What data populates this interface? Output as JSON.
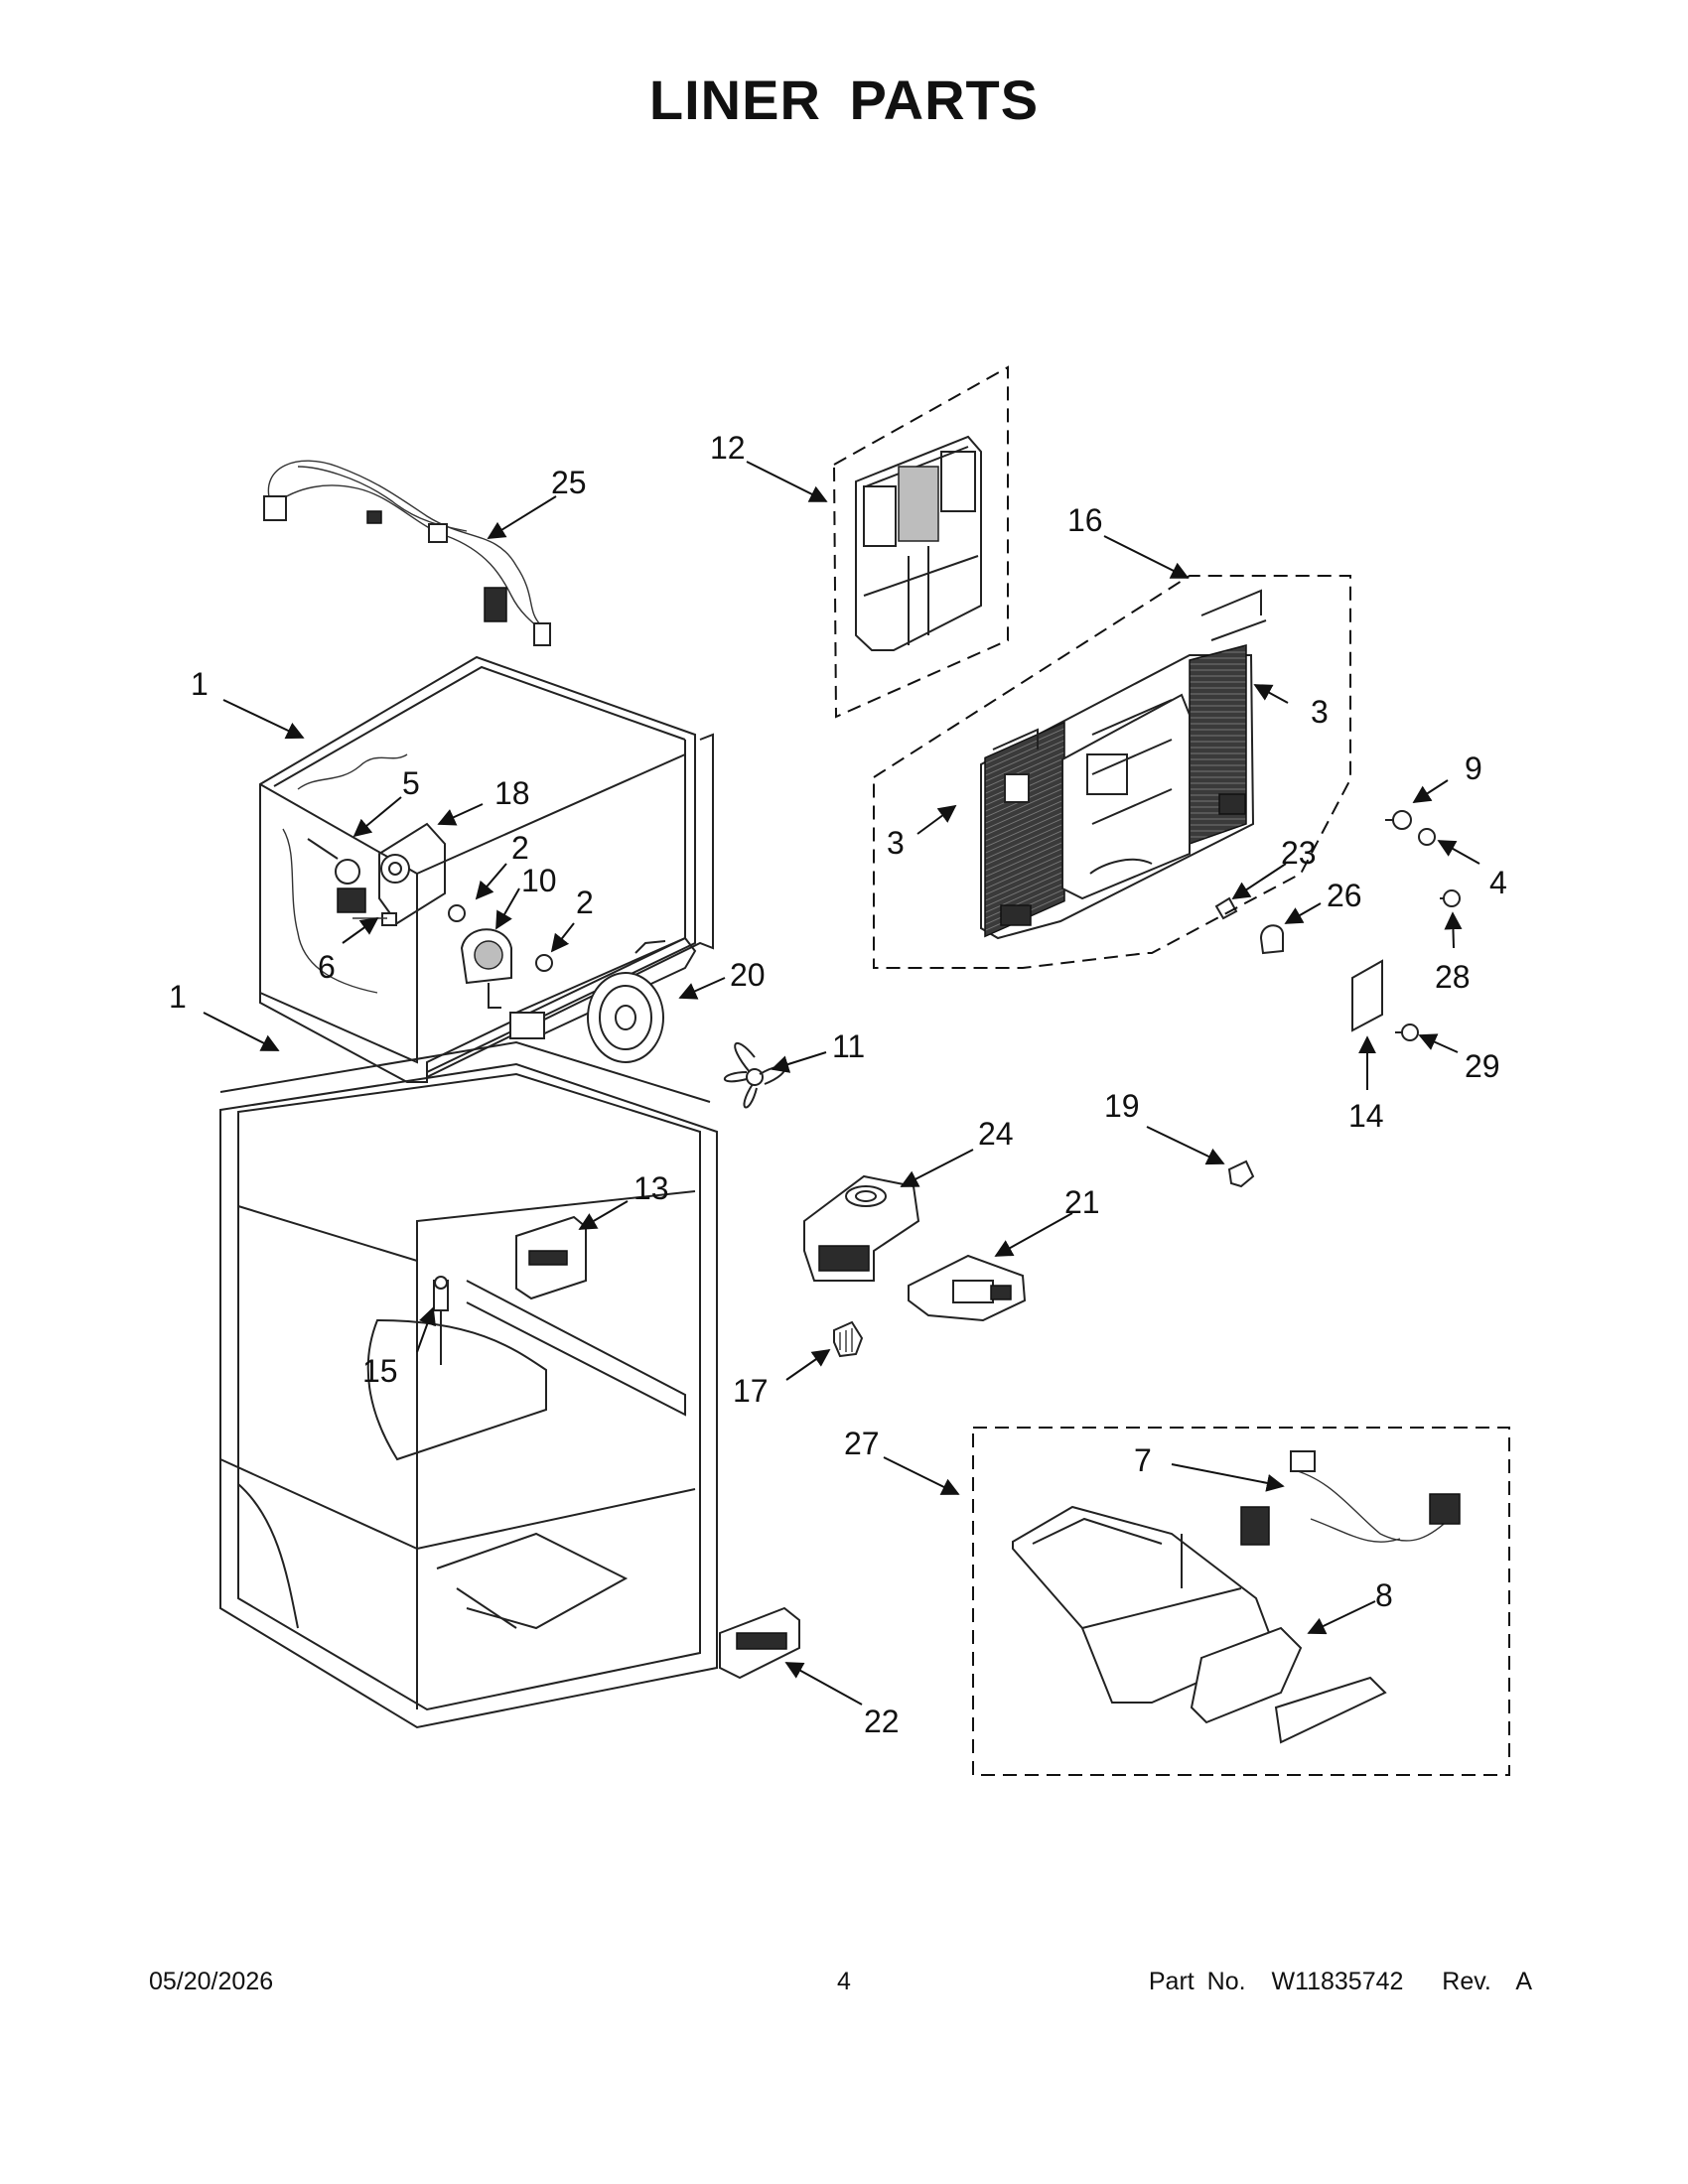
{
  "page": {
    "title": "LINER PARTS",
    "footer": {
      "date": "05/20/2026",
      "page_number": "4",
      "part_number_text": "Part No.  W11835742   Rev.  A"
    }
  },
  "callouts": [
    {
      "id": "c25",
      "label": "25"
    },
    {
      "id": "c12",
      "label": "12"
    },
    {
      "id": "c16",
      "label": "16"
    },
    {
      "id": "c1a",
      "label": "1"
    },
    {
      "id": "c5",
      "label": "5"
    },
    {
      "id": "c18",
      "label": "18"
    },
    {
      "id": "c2a",
      "label": "2"
    },
    {
      "id": "c10",
      "label": "10"
    },
    {
      "id": "c2b",
      "label": "2"
    },
    {
      "id": "c6",
      "label": "6"
    },
    {
      "id": "c1b",
      "label": "1"
    },
    {
      "id": "c20",
      "label": "20"
    },
    {
      "id": "c11",
      "label": "11"
    },
    {
      "id": "c3a",
      "label": "3"
    },
    {
      "id": "c3b",
      "label": "3"
    },
    {
      "id": "c9",
      "label": "9"
    },
    {
      "id": "c4",
      "label": "4"
    },
    {
      "id": "c23",
      "label": "23"
    },
    {
      "id": "c26",
      "label": "26"
    },
    {
      "id": "c28",
      "label": "28"
    },
    {
      "id": "c14",
      "label": "14"
    },
    {
      "id": "c29",
      "label": "29"
    },
    {
      "id": "c19",
      "label": "19"
    },
    {
      "id": "c24",
      "label": "24"
    },
    {
      "id": "c13",
      "label": "13"
    },
    {
      "id": "c21",
      "label": "21"
    },
    {
      "id": "c15",
      "label": "15"
    },
    {
      "id": "c17",
      "label": "17"
    },
    {
      "id": "c27",
      "label": "27"
    },
    {
      "id": "c7",
      "label": "7"
    },
    {
      "id": "c8",
      "label": "8"
    },
    {
      "id": "c22",
      "label": "22"
    }
  ]
}
